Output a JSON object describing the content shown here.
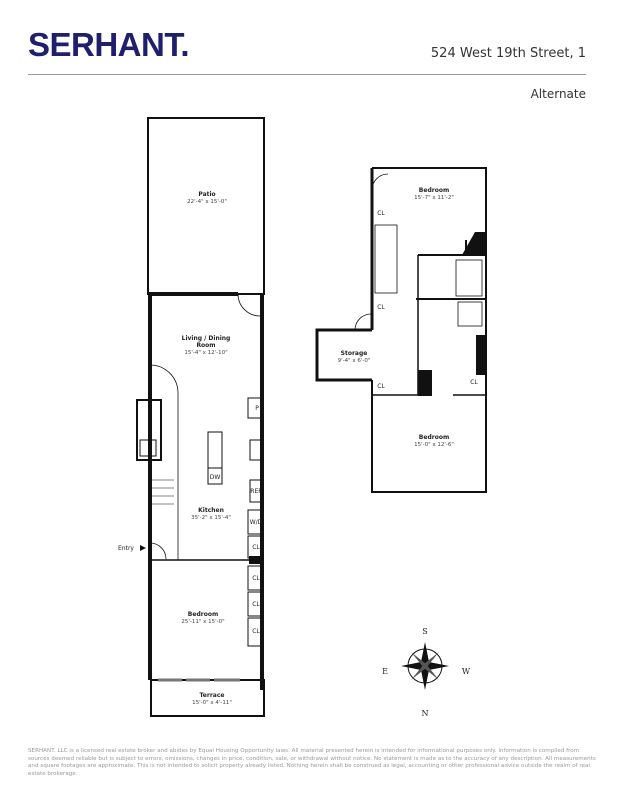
{
  "header": {
    "logo": "SERHANT.",
    "address": "524 West 19th Street, 1",
    "variant": "Alternate"
  },
  "rooms": {
    "patio": {
      "name": "Patio",
      "dims": "22'-4\" x 15'-0\""
    },
    "living": {
      "name1": "Living / Dining",
      "name2": "Room",
      "dims": "15'-4\" x 12'-10\""
    },
    "kitchen": {
      "name": "Kitchen",
      "dims": "35'-2\" x 15'-4\""
    },
    "bedroom_main": {
      "name": "Bedroom",
      "dims": "25'-11\" x 15'-0\""
    },
    "terrace": {
      "name": "Terrace",
      "dims": "15'-0\" x 4'-11\""
    },
    "bedroom_upper": {
      "name": "Bedroom",
      "dims": "15'-7\" x 11'-2\""
    },
    "storage": {
      "name": "Storage",
      "dims": "9'-4\" x 6'-0\""
    },
    "bedroom_lower": {
      "name": "Bedroom",
      "dims": "15'-0\" x 12'-6\""
    }
  },
  "labels": {
    "entry": "Entry",
    "pantry": "P",
    "dishwasher": "DW",
    "fridge": "REF",
    "washer_dryer": "W/D",
    "closet": "CL"
  },
  "compass": {
    "n": "N",
    "s": "S",
    "e": "E",
    "w": "W"
  },
  "disclaimer": "SERHANT. LLC is a licensed real estate broker and abides by Equal Housing Opportunity laws. All material presented herein is intended for informational purposes only. Information is compiled from sources deemed reliable but is subject to errors, omissions, changes in price, condition, sale, or withdrawal without notice. No statement is made as to the accuracy of any description. All measurements and square footages are approximate. This is not intended to solicit property already listed. Nothing herein shall be construed as legal, accounting or other professional advice outside the realm of real estate brokerage."
}
